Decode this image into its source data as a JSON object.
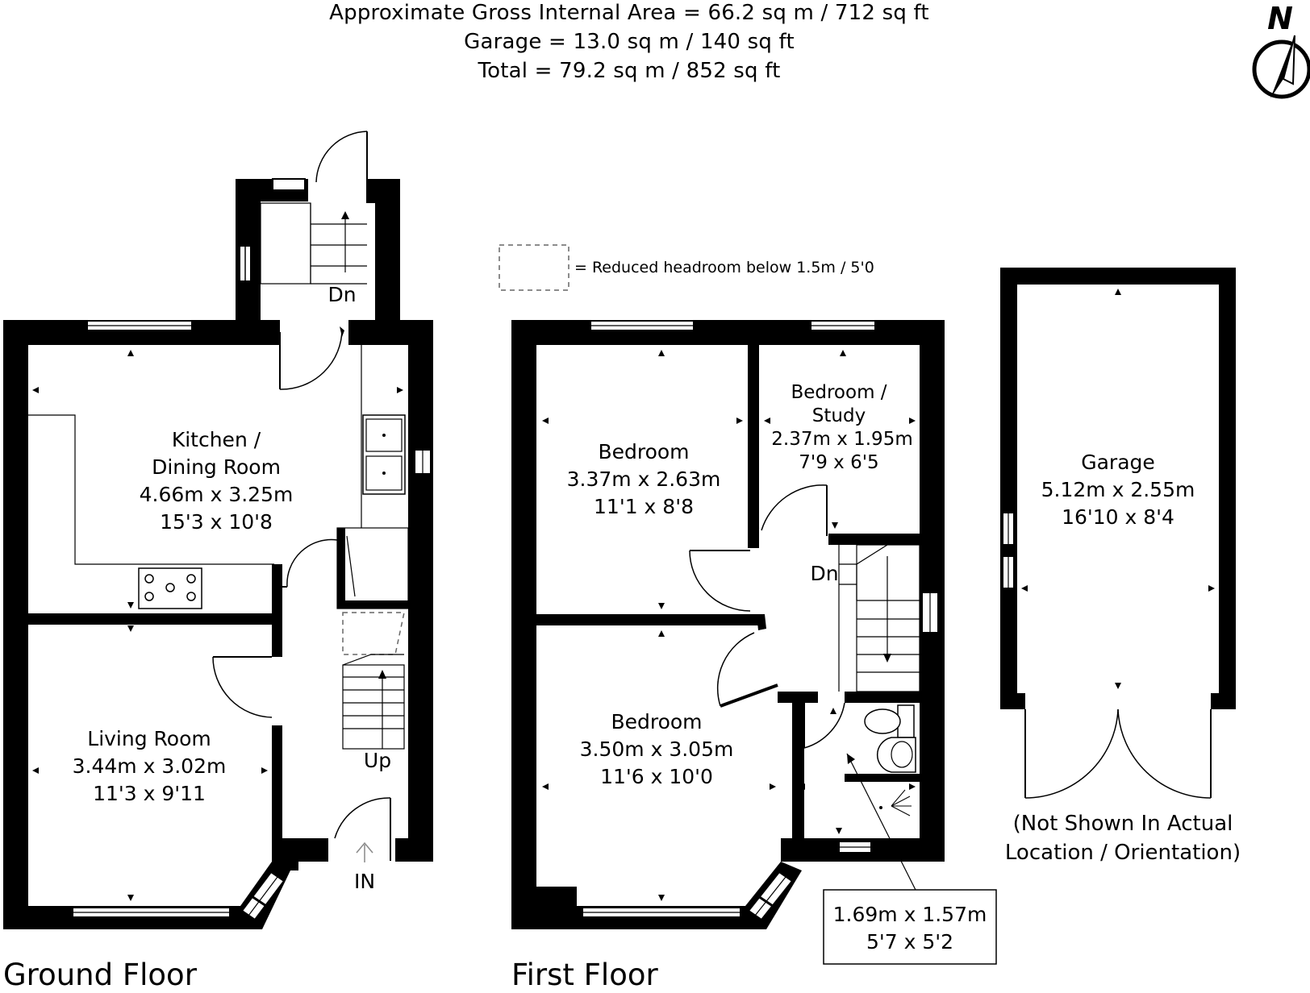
{
  "header": {
    "line1": "Approximate Gross Internal Area = 66.2 sq m / 712 sq ft",
    "line2": "Garage = 13.0 sq m / 140 sq ft",
    "line3": "Total = 79.2 sq m / 852 sq ft"
  },
  "compass": {
    "label": "N"
  },
  "legend": {
    "text": "= Reduced headroom below 1.5m / 5'0"
  },
  "ground_floor": {
    "title": "Ground Floor",
    "kitchen": {
      "name1": "Kitchen /",
      "name2": "Dining Room",
      "metric": "4.66m x 3.25m",
      "imperial": "15'3 x 10'8"
    },
    "living": {
      "name": "Living Room",
      "metric": "3.44m x 3.02m",
      "imperial": "11'3 x 9'11"
    },
    "stairs_down": "Dn",
    "stairs_up": "Up",
    "entrance": "IN"
  },
  "first_floor": {
    "title": "First Floor",
    "bedroom1": {
      "name": "Bedroom",
      "metric": "3.37m x 2.63m",
      "imperial": "11'1 x 8'8"
    },
    "study": {
      "name1": "Bedroom /",
      "name2": "Study",
      "metric": "2.37m x 1.95m",
      "imperial": "7'9 x 6'5"
    },
    "bedroom2": {
      "name": "Bedroom",
      "metric": "3.50m x 3.05m",
      "imperial": "11'6 x 10'0"
    },
    "stairs_down": "Dn",
    "bathroom": {
      "metric": "1.69m x 1.57m",
      "imperial": "5'7 x 5'2"
    }
  },
  "garage": {
    "name": "Garage",
    "metric": "5.12m x 2.55m",
    "imperial": "16'10 x 8'4",
    "note1": "(Not Shown In Actual",
    "note2": "Location / Orientation)"
  }
}
